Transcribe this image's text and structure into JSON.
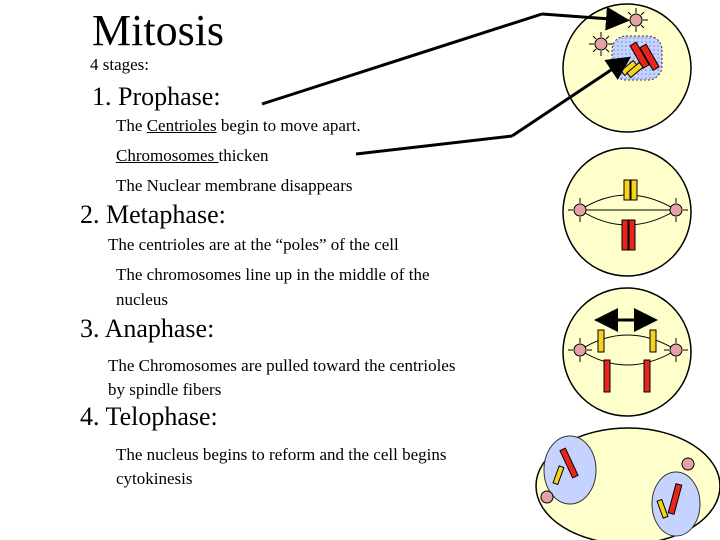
{
  "title": "Mitosis",
  "subtitle": "4 stages:",
  "stages": [
    {
      "heading": "1. Prophase:",
      "lines": [
        {
          "before": "The ",
          "underlined": "Centrioles",
          "after": " begin to move apart."
        },
        {
          "before": "",
          "underlined": "Chromosomes ",
          "after": "thicken"
        },
        {
          "before": "The Nuclear membrane disappears",
          "underlined": "",
          "after": ""
        }
      ]
    },
    {
      "heading": "2. Metaphase:",
      "lines": [
        {
          "text": "The centrioles are at the “poles” of the cell"
        },
        {
          "text": "The chromosomes line up in the middle of the"
        },
        {
          "text": "nucleus"
        }
      ]
    },
    {
      "heading": "3. Anaphase:",
      "lines": [
        {
          "text": "The Chromosomes are pulled toward the centrioles"
        },
        {
          "text": "by spindle fibers"
        }
      ]
    },
    {
      "heading": "4. Telophase:",
      "lines": [
        {
          "text": "The nucleus begins to reform and the cell begins"
        },
        {
          "text": "cytokinesis"
        }
      ]
    }
  ],
  "colors": {
    "cell_fill": "#ffffcc",
    "nucleus_fill": "#c7d3ff",
    "chromosome_red": "#e8251c",
    "chromosome_yellow": "#f7d21e",
    "centriole_fill": "#e6a0a8",
    "arrow": "#000000"
  }
}
